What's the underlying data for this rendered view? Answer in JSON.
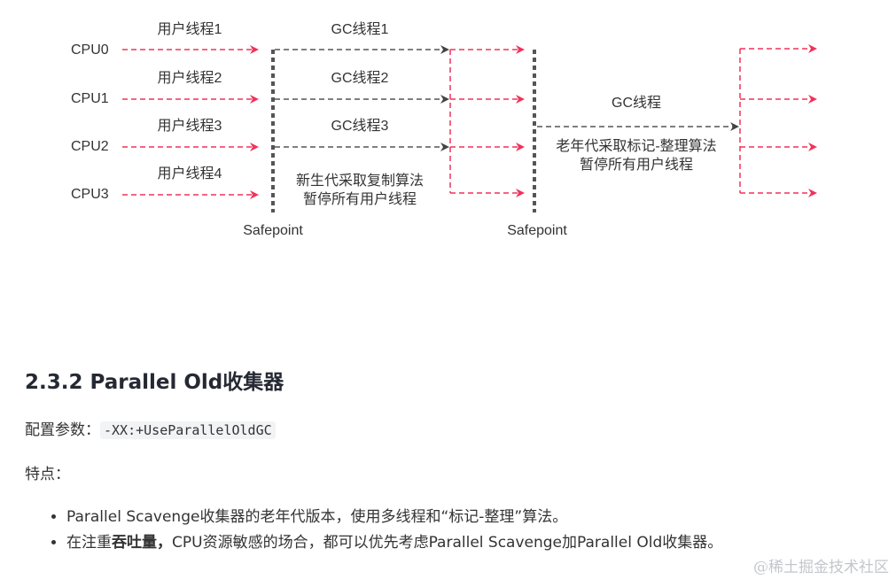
{
  "diagram": {
    "cpus": [
      "CPU0",
      "CPU1",
      "CPU2",
      "CPU3"
    ],
    "user_threads": [
      "用户线程1",
      "用户线程2",
      "用户线程3",
      "用户线程4"
    ],
    "gc_threads": [
      "GC线程1",
      "GC线程2",
      "GC线程3"
    ],
    "young_gen_note_line1": "新生代采取复制算法",
    "young_gen_note_line2": "暂停所有用户线程",
    "old_gc_thread": "GC线程",
    "old_gen_note_line1": "老年代采取标记-整理算法",
    "old_gen_note_line2": "暂停所有用户线程",
    "safepoint_labels": [
      "Safepoint",
      "Safepoint"
    ],
    "colors": {
      "user_arrow": "#f0325a",
      "gc_arrow": "#555555",
      "safepoint_line": "#555555"
    }
  },
  "article": {
    "heading": "2.3.2 Parallel Old收集器",
    "config_label": "配置参数：",
    "config_value": "-XX:+UseParallelOldGC",
    "features_label": "特点：",
    "bullets": [
      {
        "text": "Parallel Scavenge收集器的老年代版本，使用多线程和“标记-整理”算法。"
      },
      {
        "prefix": "在注重",
        "bold": "吞吐量，",
        "suffix": "CPU资源敏感的场合，都可以优先考虑Parallel Scavenge加Parallel Old收集器。"
      }
    ]
  },
  "watermark": "@稀土掘金技术社区"
}
